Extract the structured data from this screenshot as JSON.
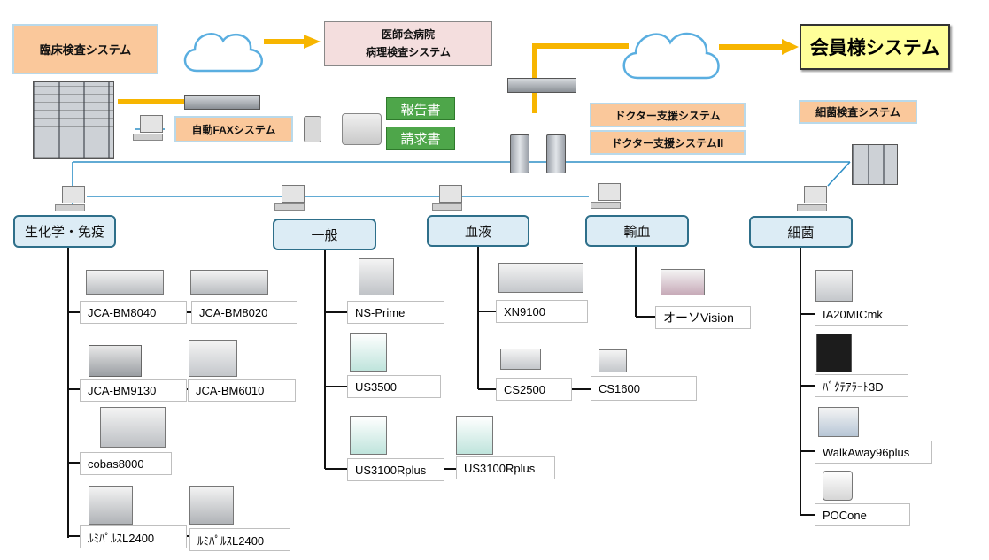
{
  "systems": {
    "clinical": "臨床検査システム",
    "pathology_line1": "医師会病院",
    "pathology_line2": "病理検査システム",
    "member": "会員様システム",
    "fax": "自動FAXシステム",
    "report": "報告書",
    "invoice": "請求書",
    "doctor1": "ドクター支援システム",
    "doctor2": "ドクター支援システムⅡ",
    "bacteria_sys": "細菌検査システム"
  },
  "categories": {
    "biochem": "生化学・免疫",
    "general": "一般",
    "blood": "血液",
    "transfusion": "輸血",
    "bacteria": "細菌"
  },
  "devices": {
    "bm8040": "JCA-BM8040",
    "bm8020": "JCA-BM8020",
    "bm9130": "JCA-BM9130",
    "bm6010": "JCA-BM6010",
    "cobas": "cobas8000",
    "lumi1": "ﾙﾐﾊﾟﾙｽL2400",
    "lumi2": "ﾙﾐﾊﾟﾙｽL2400",
    "nsprime": "NS-Prime",
    "us3500": "US3500",
    "us3100a": "US3100Rplus",
    "us3100b": "US3100Rplus",
    "xn9100": "XN9100",
    "cs2500": "CS2500",
    "cs1600": "CS1600",
    "ortho": "オーソVision",
    "ia20": "IA20MICmk",
    "bact3d": "ﾊﾞｸﾃｱﾗｰﾄ3D",
    "walkaway": "WalkAway96plus",
    "pocone": "POCone"
  },
  "colors": {
    "orange_arrow": "#f7b500",
    "blue_line": "#2f8fc6",
    "tree_line": "#111111",
    "cloud_stroke": "#5aaee0"
  }
}
